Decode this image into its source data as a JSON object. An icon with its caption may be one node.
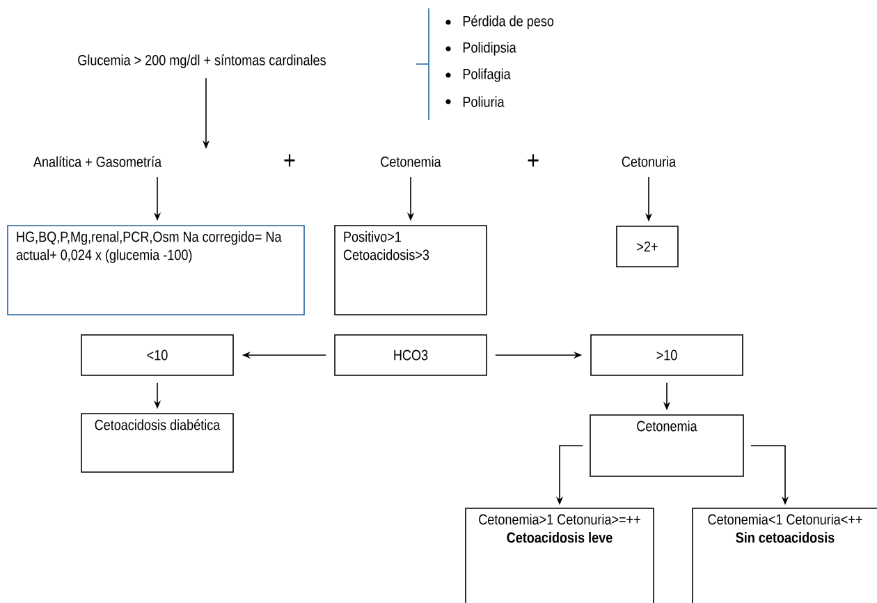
{
  "diagram": {
    "nodes": [
      {
        "text": [
          "Glucemia > 200 mg/dl + síntomas cardinales"
        ]
      },
      {
        "text": [
          "Analítica + Gasometría"
        ]
      },
      {
        "text": [
          "Cetonemia"
        ]
      },
      {
        "text": [
          "Cetonuria"
        ]
      },
      {
        "text": [
          "HG,BQ,P,Mg,renal,PCR,Osm Na corregido= Na actual+ 0,024 x (glucemia -100)"
        ]
      },
      {
        "text": [
          "Positivo>1 Cetoacidosis>3"
        ]
      },
      {
        "text": [
          ">2+"
        ]
      },
      {
        "text": [
          "HCO3"
        ]
      },
      {
        "text": [
          "<10"
        ]
      },
      {
        "text": [
          ">10"
        ]
      },
      {
        "text": [
          "Cetoacidosis diabética"
        ]
      },
      {
        "text": [
          "Cetonemia"
        ]
      },
      {
        "text": [
          "Cetonemia>1 Cetonuria>=++",
          "Cetoacidosis leve"
        ]
      },
      {
        "text": [
          "Cetonemia<1 Cetonuria<++",
          "Sin cetoacidosis"
        ]
      }
    ],
    "edges": [
      {
        "from": 0,
        "to": 1,
        "arrow": "to"
      },
      {
        "from": 1,
        "to": 4,
        "arrow": "to"
      },
      {
        "from": 2,
        "to": 5,
        "arrow": "to"
      },
      {
        "from": 3,
        "to": 6,
        "arrow": "to"
      },
      {
        "from": 7,
        "to": 8,
        "arrow": "to"
      },
      {
        "from": 7,
        "to": 9,
        "arrow": "to"
      },
      {
        "from": 8,
        "to": 10,
        "arrow": "to"
      },
      {
        "from": 9,
        "to": 11,
        "arrow": "to"
      },
      {
        "from": 11,
        "to": 12,
        "arrow": "to"
      },
      {
        "from": 11,
        "to": 13,
        "arrow": "to"
      }
    ],
    "labels": [
      "Pérdida de peso",
      "Polidipsia",
      "Polifagia",
      "Poliuria",
      "+",
      "+"
    ]
  }
}
